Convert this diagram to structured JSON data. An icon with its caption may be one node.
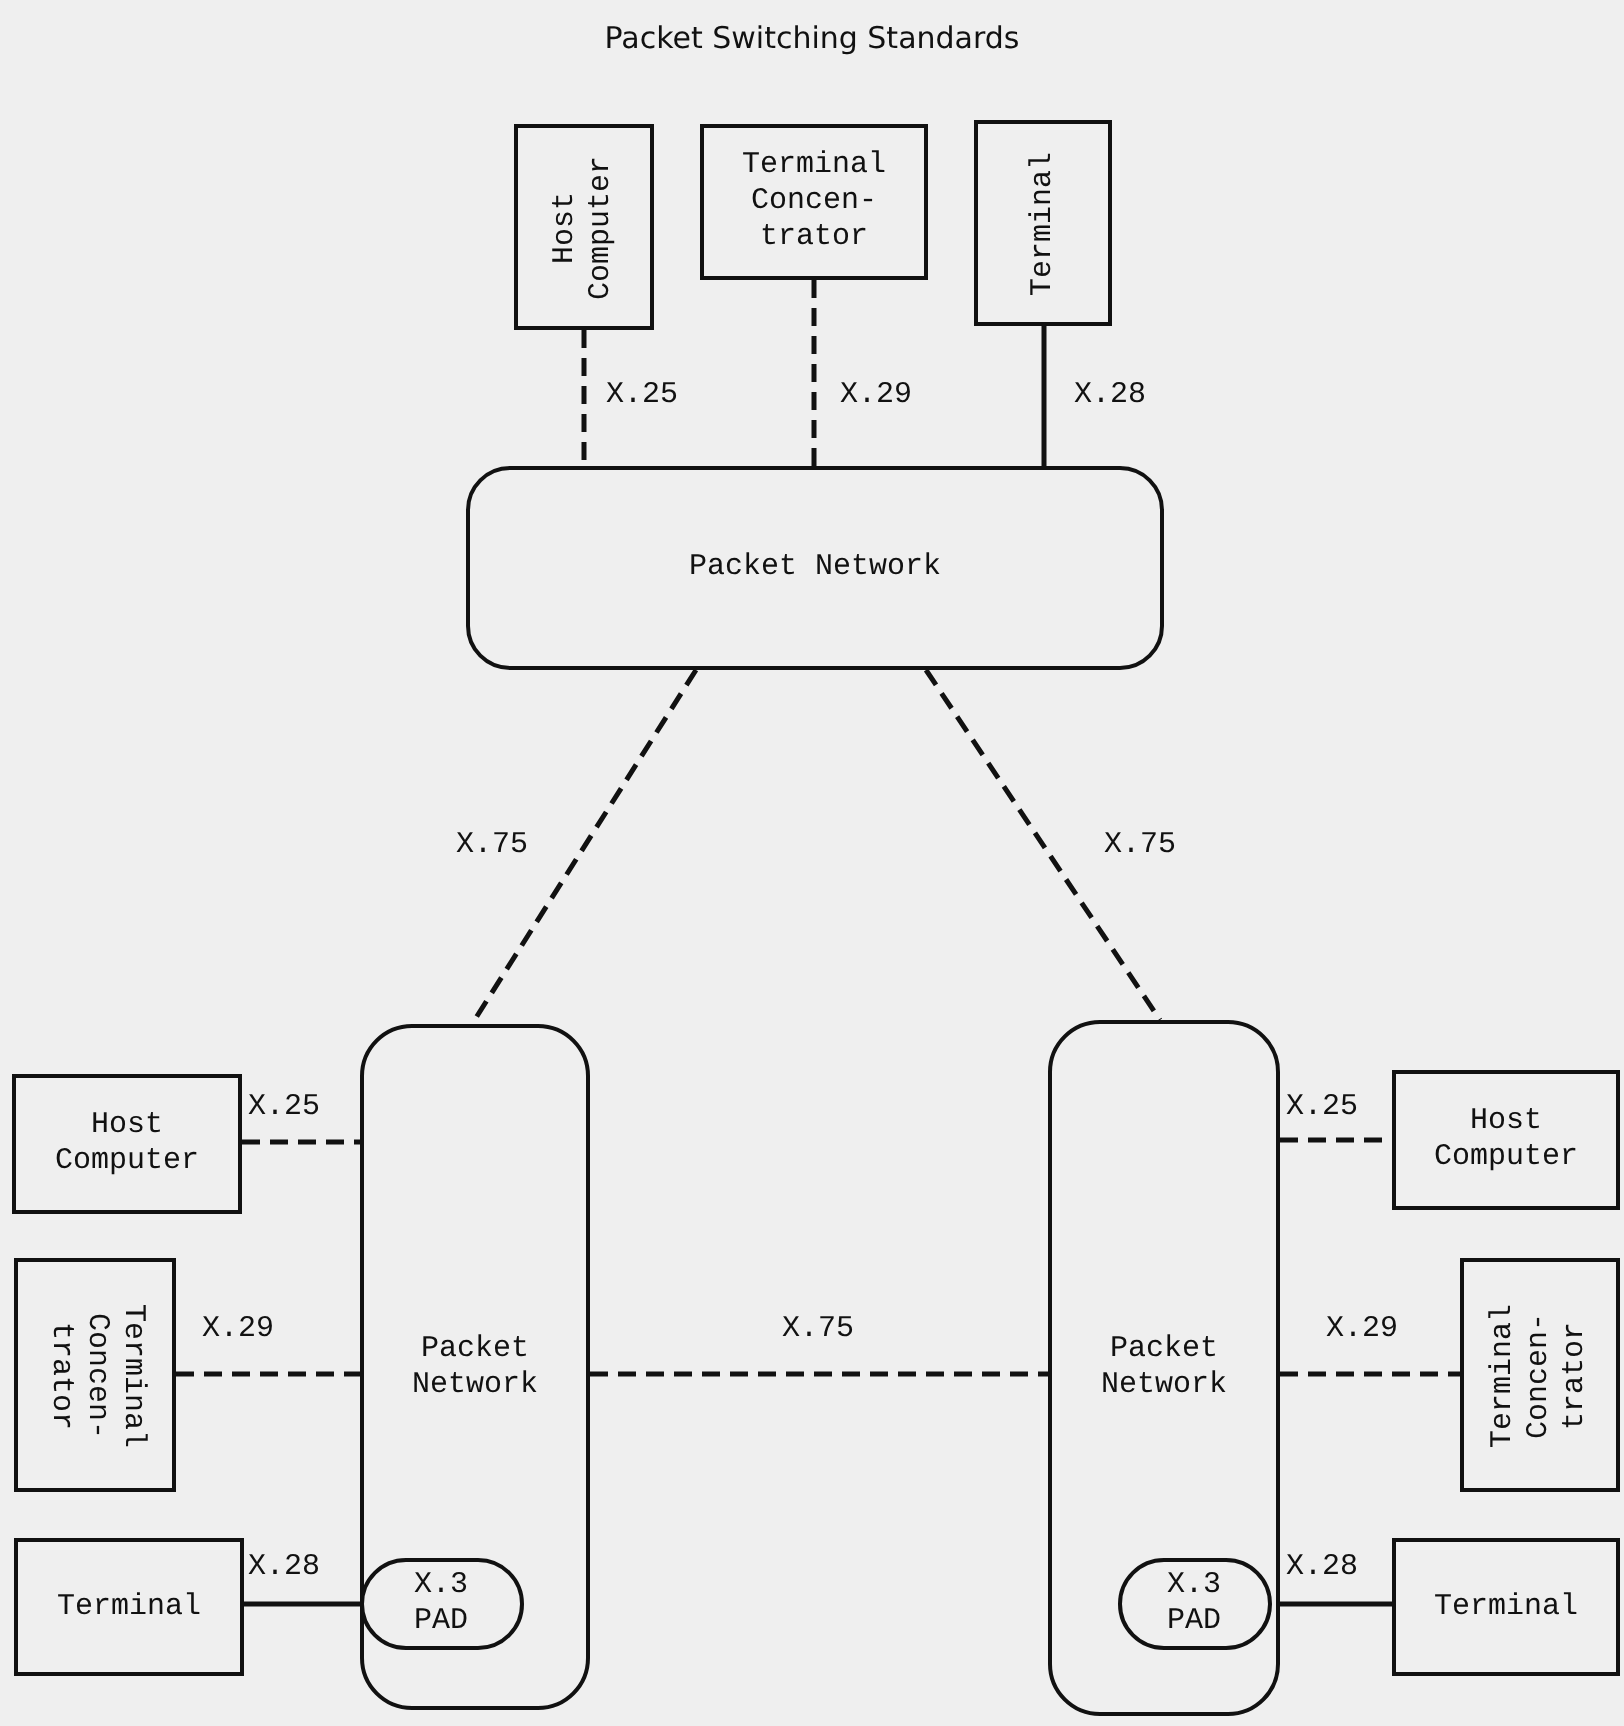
{
  "diagram": {
    "title": "Packet Switching Standards",
    "nodes": [
      {
        "text": [
          "Host Computer"
        ]
      },
      {
        "text": [
          "Terminal Concen- trator"
        ]
      },
      {
        "text": [
          "Terminal"
        ]
      },
      {
        "text": [
          "Packet Network"
        ]
      },
      {
        "text": [
          "Packet Network"
        ]
      },
      {
        "text": [
          "X.3 PAD"
        ],
        "in": 4
      },
      {
        "text": [
          "Packet Network"
        ]
      },
      {
        "text": [
          "X.3 PAD"
        ],
        "in": 6
      },
      {
        "text": [
          "Host Computer"
        ]
      },
      {
        "text": [
          "Terminal Concen- trator"
        ]
      },
      {
        "text": [
          "Terminal"
        ]
      },
      {
        "text": [
          "Host Computer"
        ]
      },
      {
        "text": [
          "Terminal Concen- trator"
        ]
      },
      {
        "text": [
          "Terminal"
        ]
      }
    ],
    "edges": [
      {
        "from": 0,
        "to": 3,
        "arrow": "none",
        "label": "X.25",
        "style": "dashed"
      },
      {
        "from": 1,
        "to": 3,
        "arrow": "none",
        "label": "X.29",
        "style": "dashed"
      },
      {
        "from": 2,
        "to": 3,
        "arrow": "none",
        "label": "X.28"
      },
      {
        "from": 3,
        "to": 4,
        "arrow": "none",
        "label": "X.75",
        "style": "dashed"
      },
      {
        "from": 3,
        "to": 6,
        "arrow": "none",
        "label": "X.75",
        "style": "dashed"
      },
      {
        "from": 8,
        "to": 4,
        "arrow": "none",
        "label": "X.25",
        "style": "dashed"
      },
      {
        "from": 9,
        "to": 4,
        "arrow": "none",
        "label": "X.29",
        "style": "dashed"
      },
      {
        "from": 10,
        "to": 5,
        "arrow": "none",
        "label": "X.28"
      },
      {
        "from": 4,
        "to": 6,
        "arrow": "none",
        "label": "X.75",
        "style": "dashed"
      },
      {
        "from": 6,
        "to": 11,
        "arrow": "none",
        "label": "X.25",
        "style": "dashed"
      },
      {
        "from": 6,
        "to": 12,
        "arrow": "none",
        "label": "X.29",
        "style": "dashed"
      },
      {
        "from": 7,
        "to": 13,
        "arrow": "none",
        "label": "X.28"
      }
    ]
  }
}
